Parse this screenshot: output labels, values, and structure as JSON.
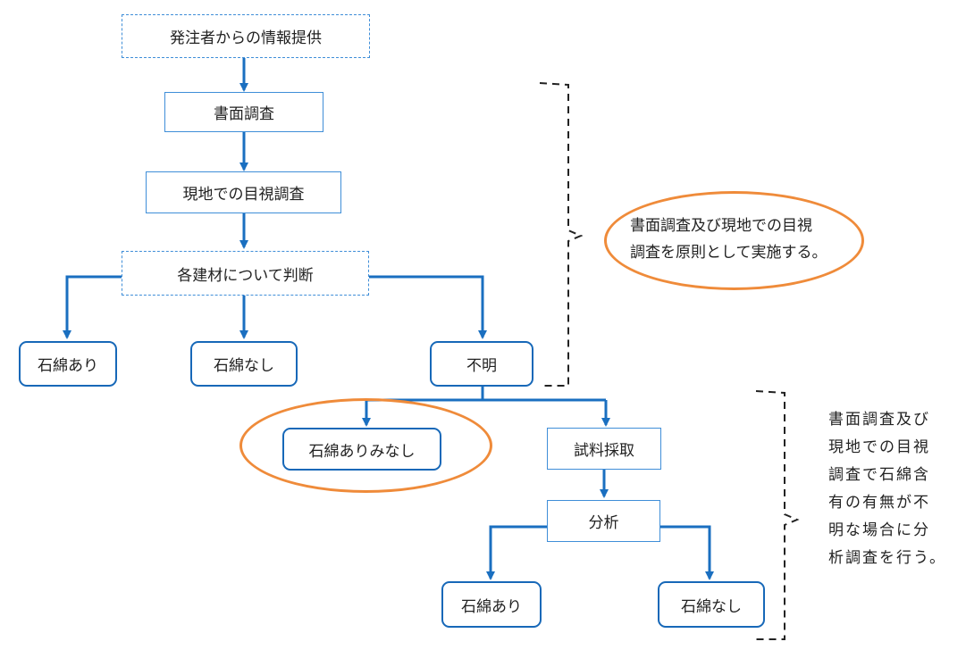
{
  "nodes": {
    "info": "発注者からの情報提供",
    "doc": "書面調査",
    "visual": "現地での目視調査",
    "judge": "各建材について判断",
    "yes": "石綿あり",
    "no": "石綿なし",
    "unknown": "不明",
    "deemed": "石綿ありみなし",
    "sample": "試料採取",
    "analysis": "分析",
    "yes2": "石綿あり",
    "no2": "石綿なし"
  },
  "notes": {
    "principle": [
      "書面調査及び現地での目視",
      "調査を原則として実施する。"
    ],
    "analysis": [
      "書面調査及び",
      "現地での目視",
      "調査で石綿含",
      "有の有無が不",
      "明な場合に分",
      "析調査を行う。"
    ]
  },
  "colors": {
    "arrow": "#1a6fc0",
    "box_border": "#3f8ed8",
    "rounded_border": "#1768b8",
    "highlight": "#ef8b3a",
    "bracket": "#222222"
  }
}
